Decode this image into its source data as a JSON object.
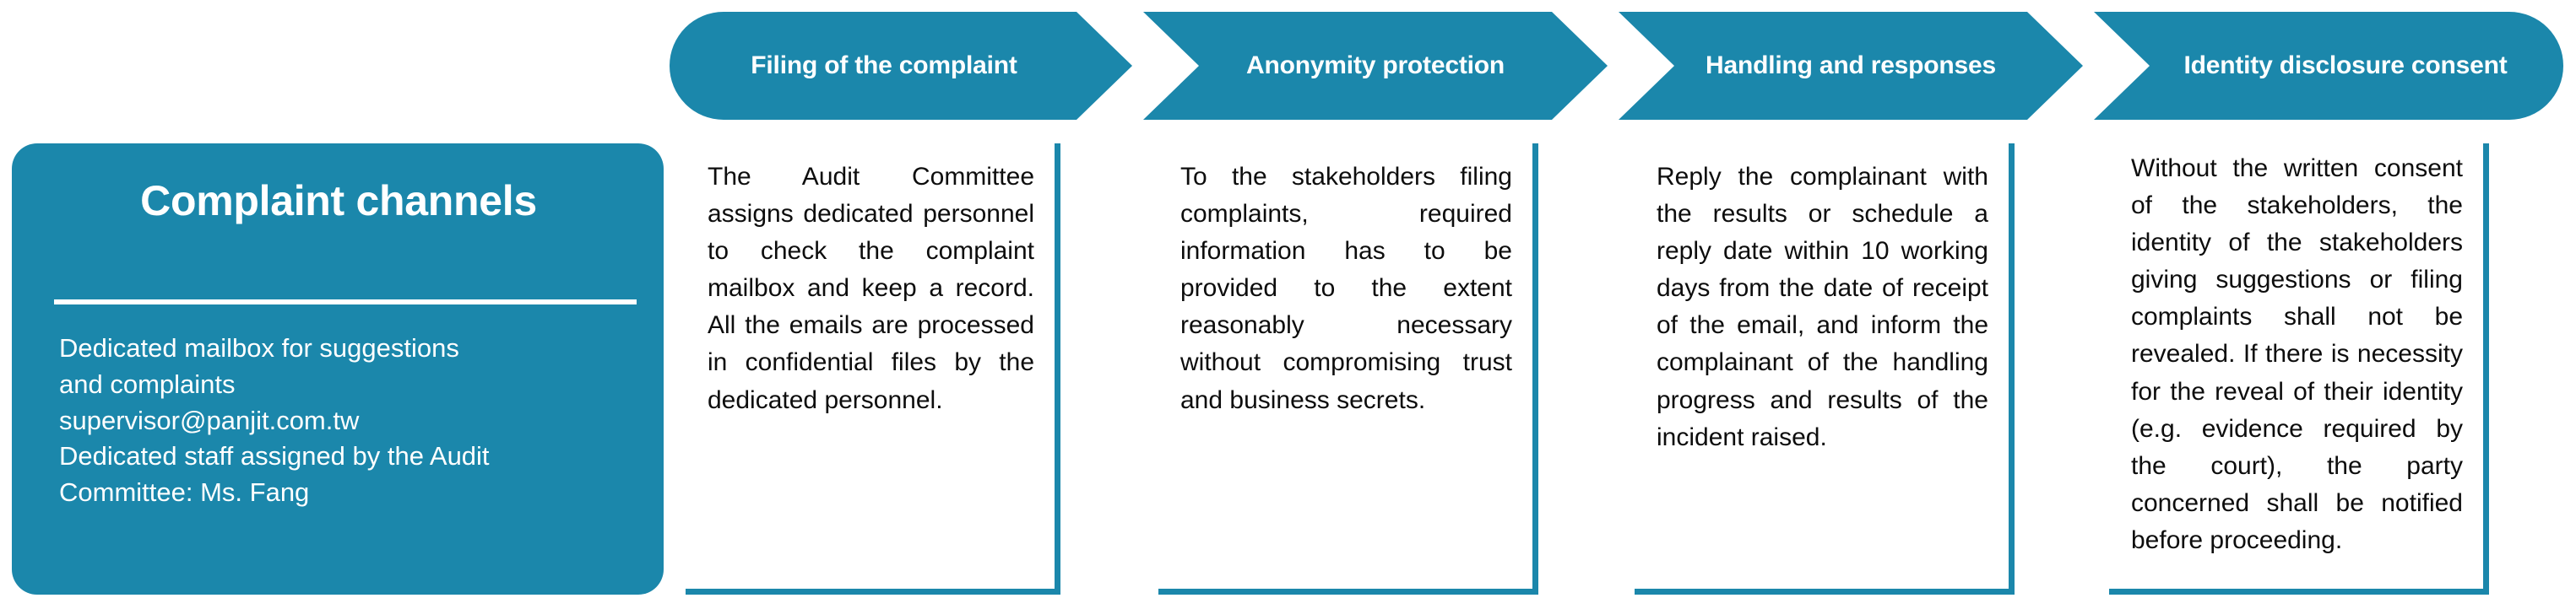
{
  "colors": {
    "brand_blue": "#1b87ab",
    "text_dark": "#0d0d0d",
    "white": "#ffffff"
  },
  "hero": {
    "title": "Complaint channels",
    "body_lines": [
      "Dedicated mailbox for suggestions",
      "and complaints",
      "supervisor@panjit.com.tw",
      "Dedicated staff assigned by the Audit",
      "Committee: Ms. Fang"
    ],
    "email": "supervisor@panjit.com.tw",
    "contact": "Committee: Ms. Fang"
  },
  "steps": [
    {
      "id": "filing",
      "header": "Filing of the complaint",
      "body": "The Audit Committee assigns dedicated personnel to check the complaint mailbox and keep a record. All the emails are processed in confidential files by the dedicated personnel."
    },
    {
      "id": "anonymity",
      "header": "Anonymity protection",
      "body": "To the stakeholders filing complaints, required information has to be provided to the extent reasonably necessary without compromising trust and business secrets."
    },
    {
      "id": "handling",
      "header": "Handling and responses",
      "body": "Reply the complainant with the results or schedule a reply date within 10 working days from the date of receipt of the email, and inform the complainant of the handling progress and results of the incident raised."
    },
    {
      "id": "disclosure",
      "header": "Identity disclosure consent",
      "body": "Without the written consent of the stakeholders, the identity of the stakeholders giving suggestions or filing complaints shall not be revealed. If there is necessity for the reveal of their identity (e.g. evidence required by the court), the party concerned shall be notified before proceeding."
    }
  ]
}
